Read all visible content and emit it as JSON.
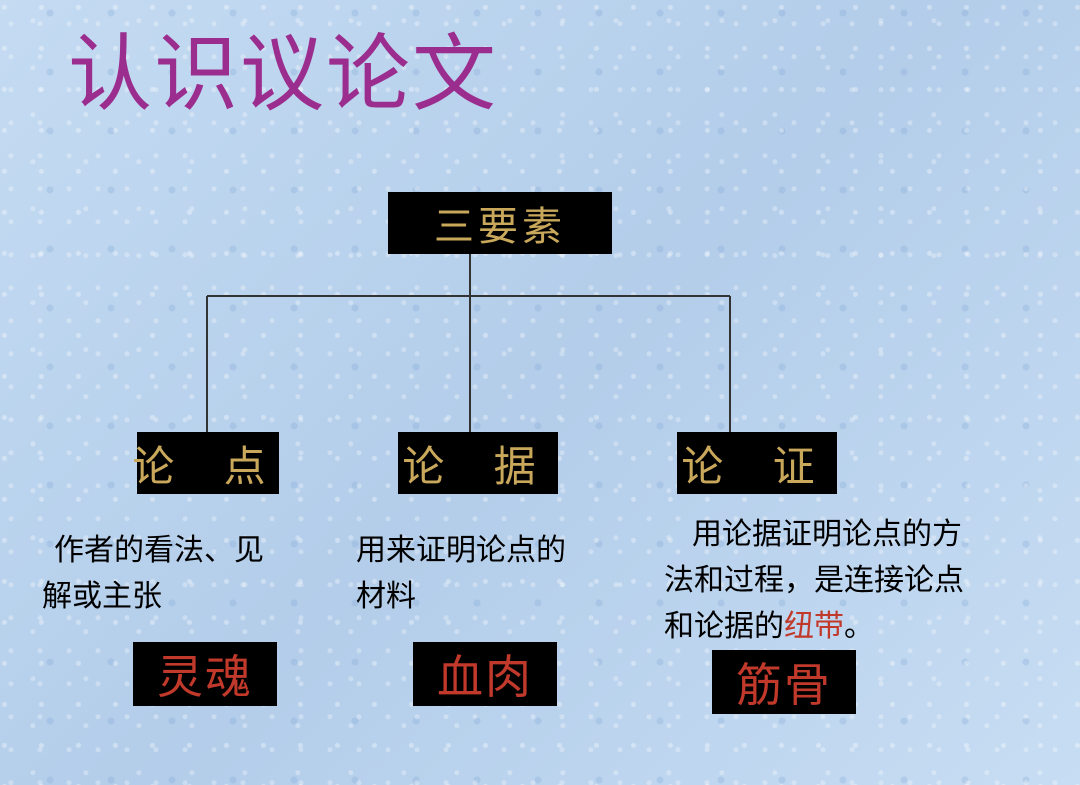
{
  "title": "认识议论文",
  "root": {
    "label": "三要素"
  },
  "elements": [
    {
      "label": "论 点",
      "description_line1": "作者的看法、见",
      "description_line2": "解或主张",
      "metaphor": "灵魂"
    },
    {
      "label": "论 据",
      "description_line1": "用来证明论点的",
      "description_line2": "材料",
      "metaphor": "血肉"
    },
    {
      "label": "论 证",
      "description_line1": "用论据证明论点的方",
      "description_line2": "法和过程，是连接论点",
      "description_line3_prefix": "和论据的",
      "description_line3_highlight": "纽带",
      "description_line3_suffix": "。",
      "metaphor": "筋骨"
    }
  ],
  "colors": {
    "title": "#9b2d8e",
    "node_background": "#000000",
    "node_text": "#c9a85b",
    "metaphor_text": "#c0392b",
    "highlight_text": "#c0392b",
    "connector": "#333333"
  }
}
